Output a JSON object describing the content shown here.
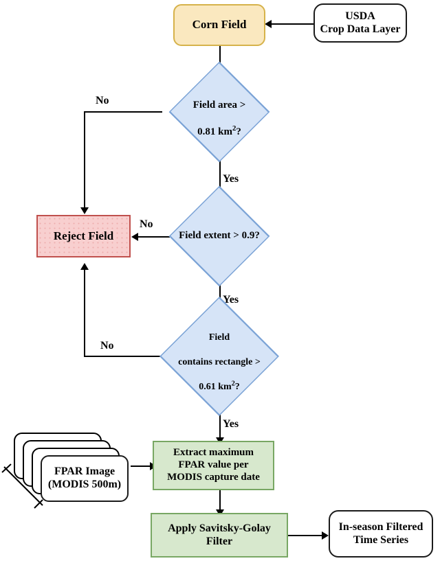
{
  "diagram": {
    "title": "Corn field selection and FPAR time-series processing flowchart",
    "colors": {
      "source_fill": "#fae8bf",
      "source_border": "#d6b24a",
      "decision_fill": "#d6e4f7",
      "decision_border": "#7ba3d6",
      "reject_fill": "#f8cfcf",
      "reject_border": "#c0504d",
      "process_fill": "#d7e8cd",
      "process_border": "#78a763",
      "plain_fill": "#ffffff",
      "plain_border": "#1a1a1a",
      "edge": "#000000"
    }
  },
  "nodes": {
    "corn_field": {
      "label": "Corn Field",
      "shape": "rounded-rectangle"
    },
    "usda": {
      "label": "USDA\nCrop Data Layer",
      "shape": "rounded-rectangle"
    },
    "decision_area": {
      "line1": "Field area >",
      "line2_pre": "0.81 km",
      "line2_sup": "2",
      "line2_post": "?",
      "shape": "diamond"
    },
    "decision_extent": {
      "label": "Field extent > 0.9?",
      "shape": "diamond"
    },
    "decision_rect": {
      "line1": "Field",
      "line2": "contains rectangle >",
      "line3_pre": "0.61 km",
      "line3_sup": "2",
      "line3_post": "?",
      "shape": "diamond"
    },
    "reject_field": {
      "label": "Reject Field",
      "shape": "rectangle"
    },
    "fpar_image": {
      "label": "FPAR Image\n(MODIS 500m)",
      "shape": "stacked-rounded-rectangle",
      "stack_count": 4
    },
    "extract_max": {
      "label": "Extract maximum\nFPAR value per\nMODIS capture date",
      "shape": "rectangle"
    },
    "savitsky": {
      "label": "Apply Savitsky-Golay\nFilter",
      "shape": "rectangle"
    },
    "time_series": {
      "label": "In-season Filtered\nTime Series",
      "shape": "rounded-rectangle"
    }
  },
  "edge_labels": {
    "no_area": "No",
    "yes_area": "Yes",
    "no_extent": "No",
    "yes_extent": "Yes",
    "no_rect": "No",
    "yes_rect": "Yes"
  }
}
